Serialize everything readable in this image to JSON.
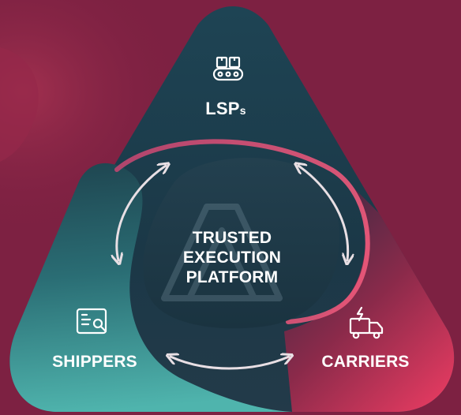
{
  "nodes": {
    "top": {
      "label": "LSP",
      "label_suffix": "s",
      "icon": "conveyor-belt-icon"
    },
    "left": {
      "label": "SHIPPERS",
      "icon": "search-document-icon"
    },
    "right": {
      "label": "CARRIERS",
      "icon": "delivery-truck-icon"
    }
  },
  "center": {
    "lines": [
      "TRUSTED",
      "EXECUTION",
      "PLATFORM"
    ],
    "logo": "platform-logo-mark"
  },
  "colors": {
    "background": "#7d2142",
    "top_lobe": "#1b3a4b",
    "left_lobe": "#3fa7a4",
    "right_lobe": "#d9375c",
    "center": "#1f3947",
    "arrow": "#e8dfe4"
  }
}
